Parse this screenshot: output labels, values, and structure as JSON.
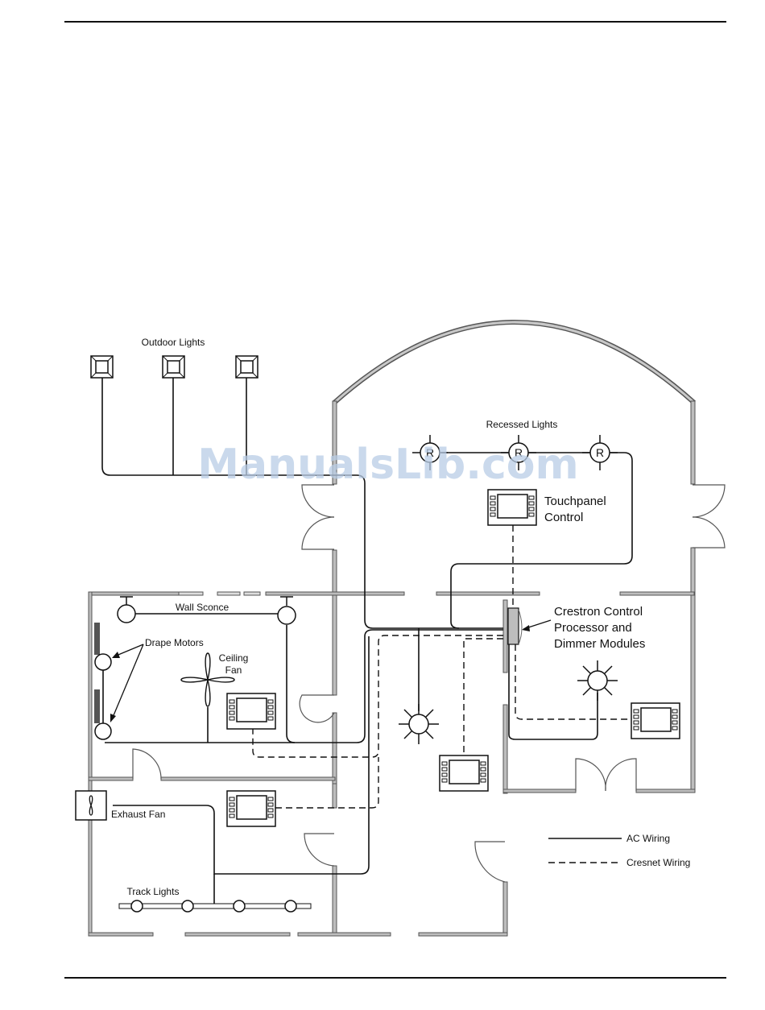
{
  "watermark": "ManualsLib.com",
  "labels": {
    "outdoor_lights": "Outdoor Lights",
    "recessed_lights": "Recessed Lights",
    "recessed_symbol": "R",
    "touchpanel_line1": "Touchpanel",
    "touchpanel_line2": "Control",
    "wall_sconce": "Wall Sconce",
    "drape_motors": "Drape Motors",
    "ceiling_fan_line1": "Ceiling",
    "ceiling_fan_line2": "Fan",
    "crestron_line1": "Crestron Control",
    "crestron_line2": "Processor and",
    "crestron_line3": "Dimmer Modules",
    "exhaust_fan": "Exhaust Fan",
    "track_lights": "Track Lights"
  },
  "legend": {
    "ac_wiring": "AC Wiring",
    "cresnet_wiring": "Cresnet Wiring"
  },
  "colors": {
    "wall_fill": "#bdbdbd",
    "wire": "#111111",
    "watermark": "#b9cde6"
  }
}
